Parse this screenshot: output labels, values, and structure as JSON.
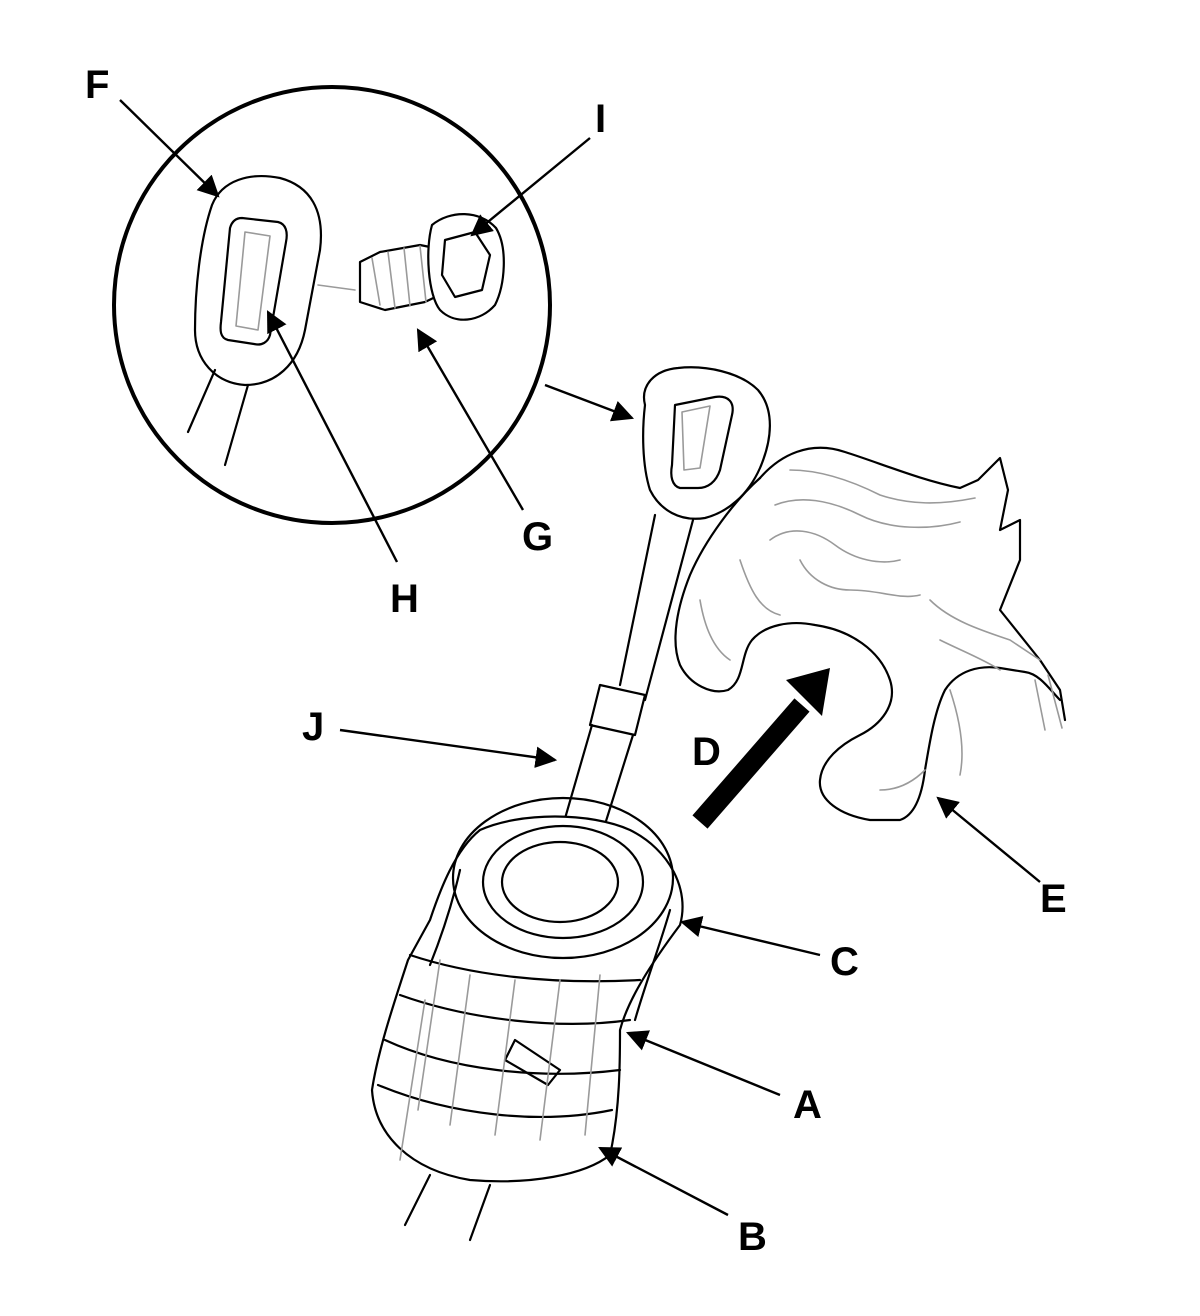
{
  "callouts": {
    "a": "A",
    "b": "B",
    "c": "C",
    "d": "D",
    "e": "E",
    "f": "F",
    "g": "G",
    "h": "H",
    "i": "I",
    "j": "J"
  },
  "colors": {
    "line": "#000000",
    "detail_line": "#9a9a9a",
    "background": "#ffffff"
  }
}
